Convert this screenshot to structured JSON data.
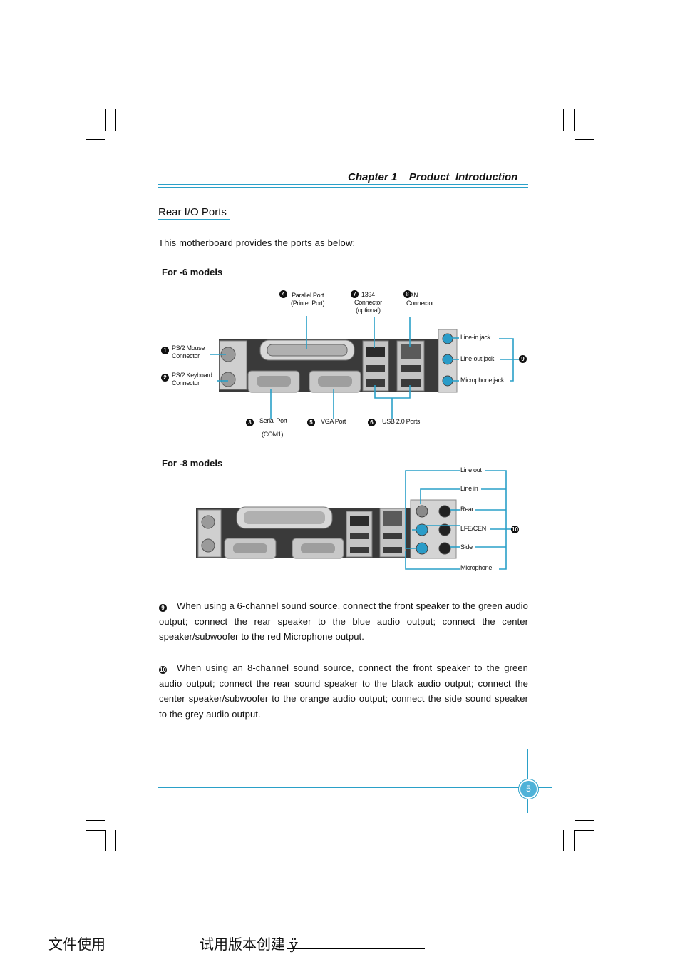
{
  "header": {
    "chapter": "Chapter 1",
    "title": "Product  Introduction"
  },
  "section": {
    "title": "Rear I/O Ports",
    "intro": "This motherboard provides the ports as below:"
  },
  "model6": {
    "title": "For -6 models",
    "labels": {
      "ps2_mouse": "PS/2 Mouse\nConnector",
      "ps2_keyboard": "PS/2 Keyboard\nConnector",
      "parallel": "Parallel Port\n(Printer Port)",
      "p1394": "1394\nConnector\n(optional)",
      "lan": "LAN\nConnector",
      "line_in": "Line-in jack",
      "line_out": "Line-out jack",
      "mic": "Microphone jack",
      "serial": "Serial Port",
      "com1": "(COM1)",
      "vga": "VGA Port",
      "usb": "USB 2.0 Ports"
    },
    "numbers": [
      "1",
      "2",
      "3",
      "4",
      "5",
      "6",
      "7",
      "8",
      "9"
    ]
  },
  "model8": {
    "title": "For -8 models",
    "labels": {
      "line_out": "Line out",
      "line_in": "Line in",
      "rear": "Rear",
      "lfe": "LFE/CEN",
      "side": "Side",
      "mic": "Microphone"
    },
    "number": "10"
  },
  "notes": [
    {
      "num": "9",
      "text": "When using a 6-channel sound source, connect the front speaker to the green audio output; connect the rear speaker to the blue audio output; connect the center speaker/subwoofer to the red Microphone output."
    },
    {
      "num": "10",
      "text": "When using an 8-channel sound source, connect the front speaker to the green audio output; connect the rear sound speaker to the black audio output; connect the center speaker/subwoofer to the orange audio output; connect the side sound speaker to the grey audio output."
    }
  ],
  "page_number": "5",
  "footer": {
    "left": "文件使用",
    "right": "试用版本创建 ÿ"
  },
  "colors": {
    "accent": "#2aa0c8",
    "jack_blue": "#2a9cc8"
  }
}
